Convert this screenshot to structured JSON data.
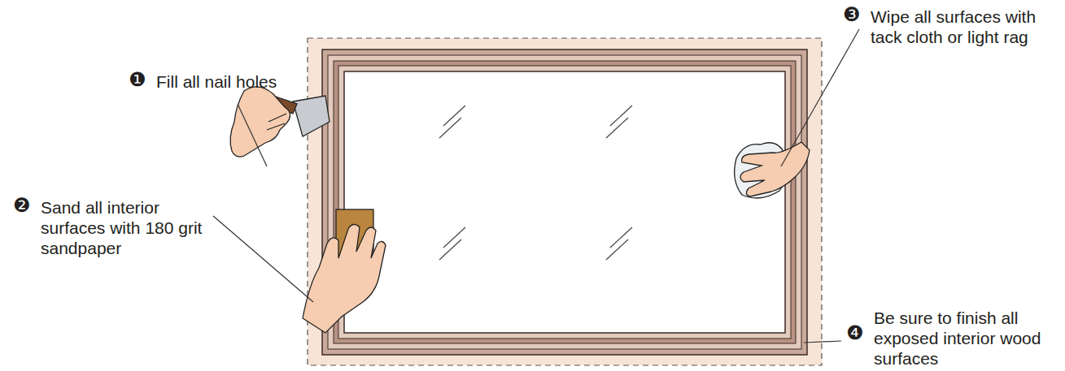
{
  "diagram": {
    "labels": [
      "❶",
      "Fill all nail holes",
      "❷",
      "Sand all interior surfaces with 180 grit sandpaper",
      "❸",
      "Wipe all surfaces with tack cloth or light rag",
      "❹",
      "Be sure to finish all exposed interior wood surfaces"
    ]
  }
}
